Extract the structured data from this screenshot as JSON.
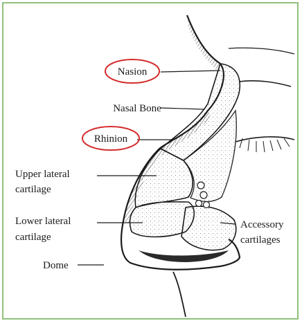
{
  "diagram": {
    "labels": {
      "nasion": "Nasion",
      "nasal_bone": "Nasal Bone",
      "rhinion": "Rhinion",
      "upper_lateral_1": "Upper lateral",
      "upper_lateral_2": "cartilage",
      "lower_lateral_1": "Lower lateral",
      "lower_lateral_2": "cartilage",
      "accessory_1": "Accessory",
      "accessory_2": "cartilages",
      "dome": "Dome"
    },
    "colors": {
      "frame_border": "#8fc17a",
      "highlight_circle": "#d42a2a",
      "ink": "#1a1a1a"
    },
    "highlighted_labels": [
      "Nasion",
      "Rhinion"
    ]
  }
}
